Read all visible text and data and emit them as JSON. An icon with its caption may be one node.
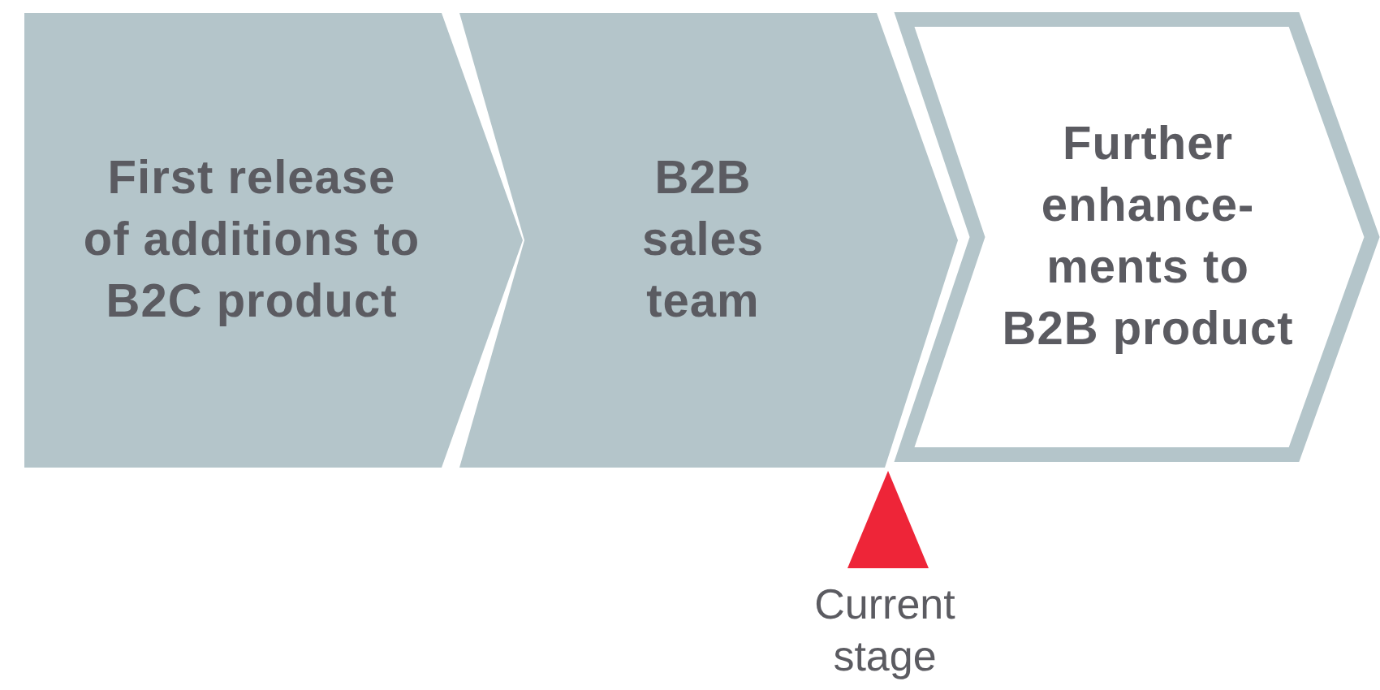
{
  "diagram": {
    "nodes": [
      {
        "text": [
          "First release of additions to B2C product"
        ]
      },
      {
        "text": [
          "B2B sales team"
        ]
      },
      {
        "text": [
          "Further enhance- ments to B2B product"
        ]
      }
    ],
    "labels": [
      "Current stage"
    ]
  }
}
